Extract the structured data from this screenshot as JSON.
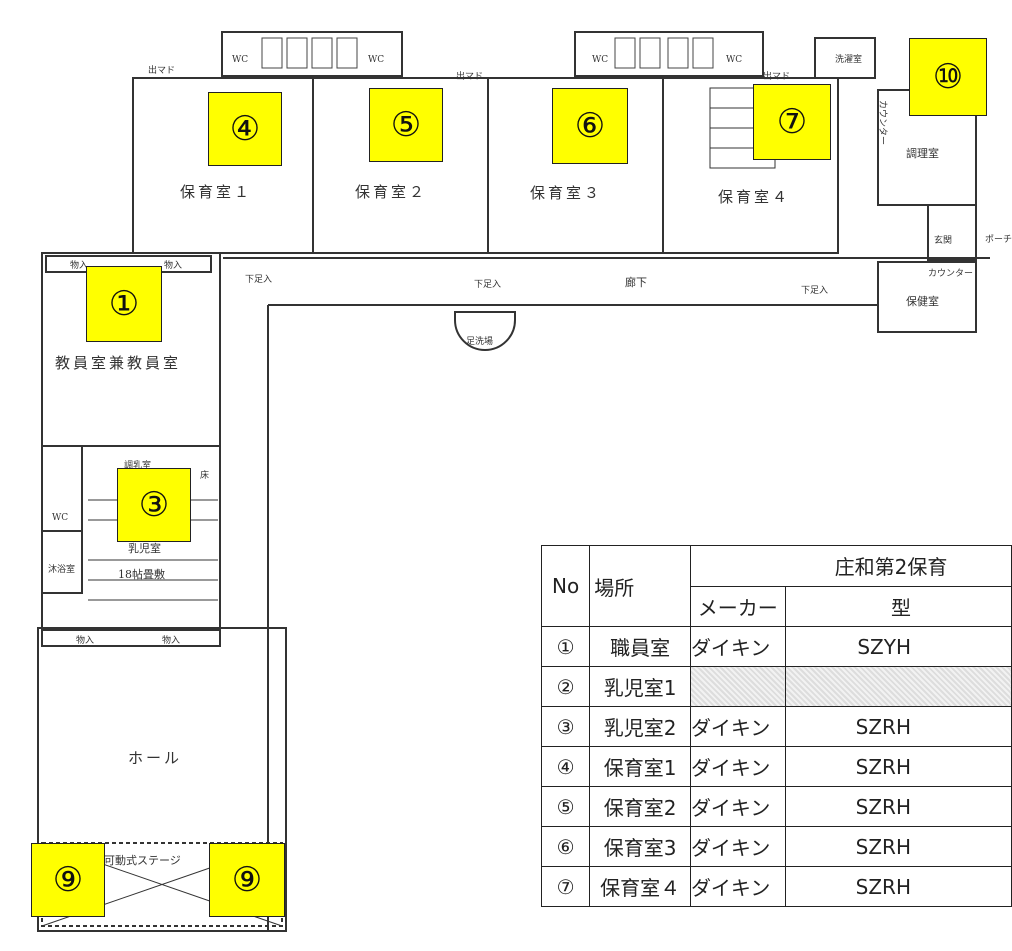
{
  "floor_plan": {
    "rooms": {
      "room1": "保育室１",
      "room2": "保育室２",
      "room3": "保育室３",
      "room4": "保育室４",
      "staff": "教員室兼教員室",
      "infant": "乳児室",
      "infant_size": "18帖畳敷",
      "hall": "ホール",
      "stage": "可動式ステージ",
      "kitchen": "調理室",
      "health": "保健室",
      "entrance": "玄関",
      "porch": "ポーチ",
      "corridor": "廊下",
      "footwash": "足洗場",
      "bath": "沐浴室",
      "prep": "調乳室",
      "laundry": "洗濯室"
    },
    "labels": {
      "wc": "WC",
      "exit": "出マド",
      "storage": "物入",
      "shoes": "下足入",
      "counter": "カウンター",
      "bed": "床"
    },
    "markers": [
      "④",
      "⑤",
      "⑥",
      "⑦",
      "⑩",
      "①",
      "③",
      "⑨",
      "⑨"
    ]
  },
  "table": {
    "header_no": "No",
    "header_place": "場所",
    "header_group": "庄和第2保育",
    "header_maker": "メーカー",
    "header_model": "型",
    "rows": [
      {
        "no": "①",
        "place": "職員室",
        "maker": "ダイキン",
        "model": "SZYH"
      },
      {
        "no": "②",
        "place": "乳児室1",
        "maker": "",
        "model": ""
      },
      {
        "no": "③",
        "place": "乳児室2",
        "maker": "ダイキン",
        "model": "SZRH"
      },
      {
        "no": "④",
        "place": "保育室1",
        "maker": "ダイキン",
        "model": "SZRH"
      },
      {
        "no": "⑤",
        "place": "保育室2",
        "maker": "ダイキン",
        "model": "SZRH"
      },
      {
        "no": "⑥",
        "place": "保育室3",
        "maker": "ダイキン",
        "model": "SZRH"
      },
      {
        "no": "⑦",
        "place": "保育室４",
        "maker": "ダイキン",
        "model": "SZRH"
      }
    ]
  },
  "colors": {
    "marker": "#ffff00",
    "line": "#333333"
  }
}
